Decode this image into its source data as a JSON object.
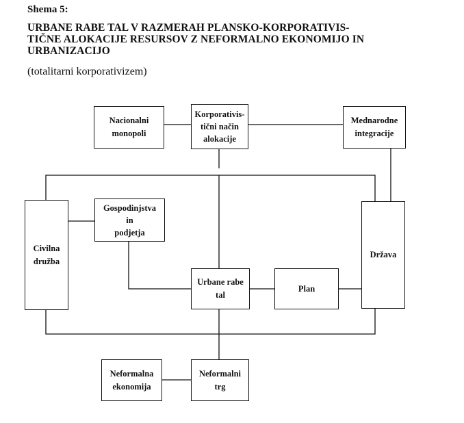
{
  "header": {
    "label": "Shema 5:",
    "title_lines": [
      "URBANE RABE TAL V RAZMERAH PLANSKO-KORPORATIVIS-",
      "TIČNE ALOKACIJE RESURSOV Z NEFORMALNO EKONOMIJO IN",
      "URBANIZACIJO"
    ],
    "subtitle": "(totalitarni korporativizem)"
  },
  "boxes": {
    "nacionalni_monopoli": [
      "Nacionalni",
      "monopoli"
    ],
    "korporativisticni": [
      "Korporativis-",
      "tični način",
      "alokacije"
    ],
    "mednarodne": [
      "Mednarodne",
      "integracije"
    ],
    "gospodinjstva": [
      "Gospodinjstva",
      "in",
      "podjetja"
    ],
    "civilna": [
      "Civilna",
      "družba"
    ],
    "drzava": [
      "Država"
    ],
    "urbane_rabe": [
      "Urbane rabe",
      "tal"
    ],
    "plan": [
      "Plan"
    ],
    "neformalna_ekonomija": [
      "Neformalna",
      "ekonomija"
    ],
    "neformalni_trg": [
      "Neformalni",
      "trg"
    ]
  }
}
